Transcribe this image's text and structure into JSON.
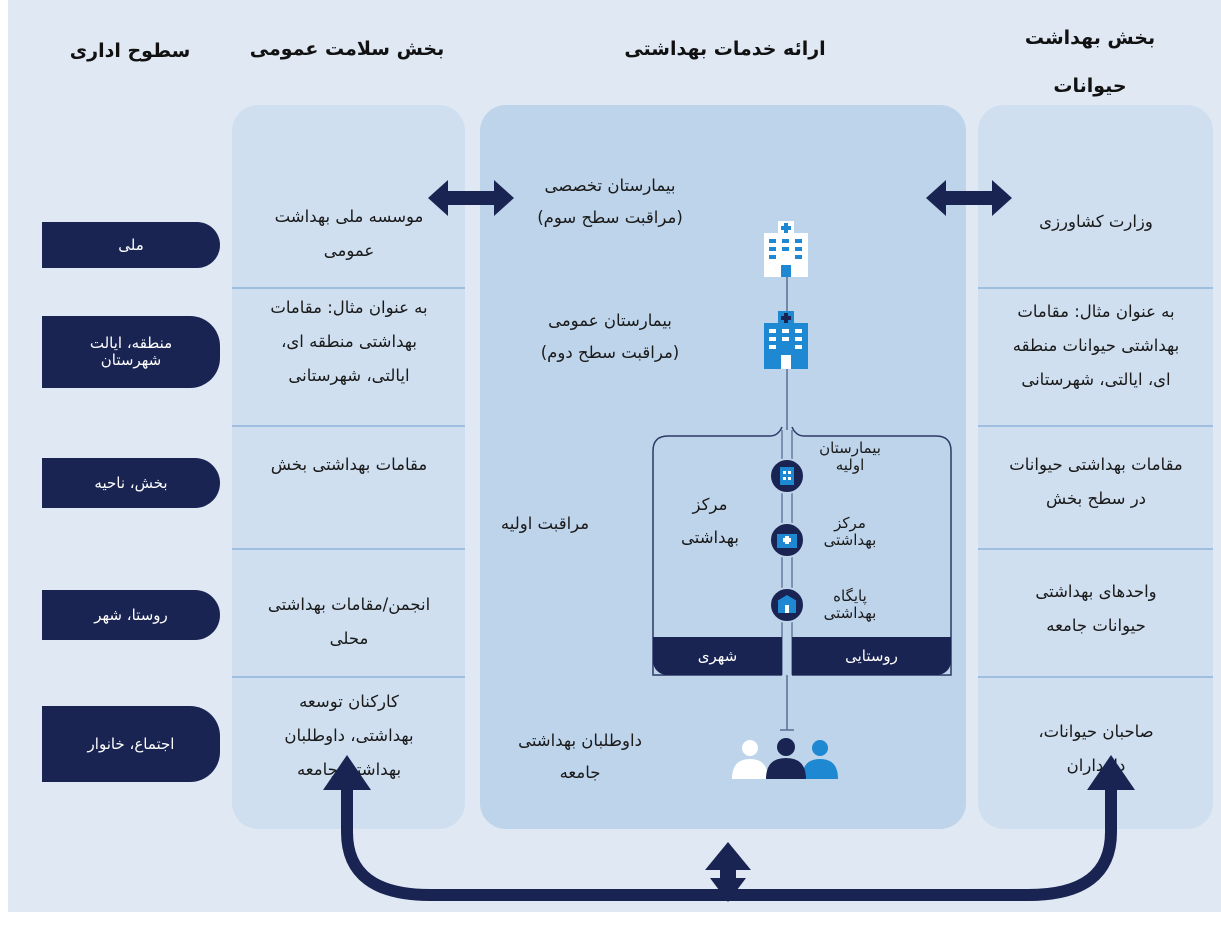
{
  "headers": {
    "admin": "سطوح اداری",
    "public_health": "بخش سلامت عمومی",
    "care": "ارائه خدمات بهداشتی",
    "animal_line1": "بخش بهداشت",
    "animal_line2": "حیوانات"
  },
  "levels": [
    "ملی",
    "منطقه، ایالت\nشهرستان",
    "بخش، ناحیه",
    "روستا، شهر",
    "اجتماع، خانوار"
  ],
  "public_health": [
    "موسسه ملی بهداشت\nعمومی",
    "به عنوان مثال: مقامات\nبهداشتی منطقه ای،\nایالتی، شهرستانی",
    "مقامات بهداشتی بخش",
    "انجمن/مقامات بهداشتی\nمحلی",
    "کارکنان توسعه\nبهداشتی، داوطلبان\nبهداشتی جامعه"
  ],
  "animal_health": [
    "وزارت کشاورزی",
    "به عنوان مثال: مقامات\nبهداشتی حیوانات منطقه\nای، ایالتی، شهرستانی",
    "مقامات بهداشتی حیوانات\nدر سطح بخش",
    "واحدهای بهداشتی\nحیوانات جامعه",
    "صاحبان حیوانات،\nدامداران"
  ],
  "care": {
    "tertiary": "بیمارستان تخصصی\n(مراقبت سطح سوم)",
    "secondary": "بیمارستان عمومی\n(مراقبت سطح دوم)",
    "primary": "مراقبت اولیه",
    "urban_center": "مرکز\nبهداشتی",
    "primary_hospital": "بیمارستان\nاولیه",
    "health_center": "مرکز\nبهداشتی",
    "health_post": "پایگاه\nبهداشتی",
    "urban_tab": "شهری",
    "rural_tab": "روستایی",
    "volunteers": "داوطلبان بهداشتی\nجامعه"
  },
  "colors": {
    "frame_bg": "#dfe8f3",
    "side_panel": "#cfdff0",
    "center_panel": "#bed4ea",
    "dark_navy": "#1a2452",
    "accent_blue": "#1e88d2",
    "row_line": "#9fbfe0"
  },
  "icons": [
    "hospital-tertiary-icon",
    "hospital-secondary-icon",
    "primary-hospital-icon",
    "health-center-icon",
    "health-post-icon",
    "people-icon"
  ]
}
